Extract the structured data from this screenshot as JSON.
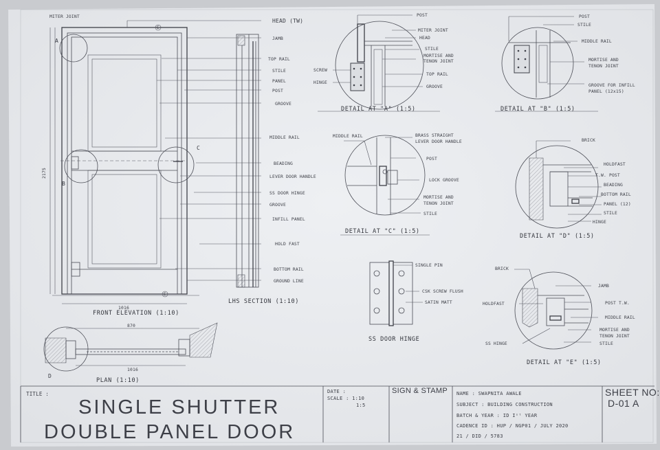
{
  "colors": {
    "paper": "#e9eaee",
    "line": "#4a4c55",
    "background": "#c9cbcf"
  },
  "front": {
    "miter_joint": "MITER JOINT",
    "head": "HEAD (TW)",
    "jamb": "JAMB",
    "top_rail": "TOP RAIL",
    "stile": "STILE",
    "panel": "PANEL",
    "post": "POST",
    "groove": "GROOVE",
    "middle_rail": "MIDDLE RAIL",
    "beading": "BEADING",
    "lever": "LEVER DOOR HANDLE",
    "hinge": "SS DOOR HINGE",
    "groove2": "GROOVE",
    "infill": "INFILL PANEL",
    "holdfast": "HOLD FAST",
    "bottom_rail": "BOTTOM RAIL",
    "ground": "GROUND LINE",
    "title": "FRONT ELEVATION (1:10)",
    "lhs": "LHS SECTION (1:10)",
    "tag_a": "A",
    "tag_b": "B",
    "tag_c": "C",
    "tag_d": "D",
    "tag_e": "E",
    "tag_e2": "E",
    "dim_h": "2175",
    "dim_w": "1016",
    "dim_w2": "1016"
  },
  "plan": {
    "title": "PLAN (1:10)",
    "d": "D",
    "dim1": "870",
    "dim2": "1016"
  },
  "detail_a": {
    "post": "POST",
    "miter": "MITER JOINT",
    "head": "HEAD",
    "stile": "STILE",
    "mortise": "MORTISE AND",
    "tenon": "TENON JOINT",
    "top_rail": "TOP RAIL",
    "groove": "GROOVE",
    "screw": "SCREW",
    "hinge": "HINGE",
    "title": "DETAIL AT \"A\" (1:5)"
  },
  "detail_b": {
    "post": "POST",
    "stile": "STILE",
    "middle_rail": "MIDDLE RAIL",
    "mortise": "MORTISE AND",
    "tenon": "TENON JOINT",
    "groove": "GROOVE FOR INFILL",
    "groove2": "PANEL (12x15)",
    "title": "DETAIL AT \"B\" (1:5)"
  },
  "detail_c": {
    "middle_rail": "MIDDLE RAIL",
    "brass": "BRASS STRAIGHT",
    "lever": "LEVER DOOR HANDLE",
    "post": "POST",
    "lock": "LOCK GROOVE",
    "mortise": "MORTISE AND",
    "tenon": "TENON JOINT",
    "stile": "STILE",
    "title": "DETAIL AT \"C\" (1:5)"
  },
  "detail_d": {
    "brick": "BRICK",
    "holdfast": "HOLDFAST",
    "tw_post": "T.W. POST",
    "beading": "BEADING",
    "bottom_rail": "BOTTOM RAIL",
    "panel": "PANEL (12)",
    "stile": "STILE",
    "hinge": "HINGE",
    "title": "DETAIL AT \"D\" (1:5)"
  },
  "hinge": {
    "pin": "SINGLE PIN",
    "csk": "CSK SCREW FLUSH",
    "satin": "SATIN MATT",
    "title": "SS DOOR HINGE"
  },
  "detail_e": {
    "brick": "BRICK",
    "jamb": "JAMB",
    "holdfast": "HOLDFAST",
    "post": "POST T.W.",
    "middle_rail": "MIDDLE RAIL",
    "mortise": "MORTISE AND",
    "tenon": "TENON JOINT",
    "stile": "STILE",
    "hinge": "SS HINGE",
    "title": "DETAIL AT \"E\" (1:5)"
  },
  "title_block": {
    "title_label": "TITLE :",
    "title1": "SINGLE SHUTTER",
    "title2": "DOUBLE PANEL DOOR",
    "date": "DATE :",
    "scale": "SCALE : 1:10",
    "scale2": "1:5",
    "sign": "SIGN & STAMP",
    "name": "NAME : SWAPNITA AWALE",
    "subject": "SUBJECT : BUILDING CONSTRUCTION",
    "batch": "BATCH & YEAR : ID Iˢᵗ YEAR",
    "cadence": "CADENCE ID : HUP / NGP01 / JULY 2020",
    "roll": "21 / DID / 5783",
    "sheet_label": "SHEET NO:",
    "sheet_no": "D-01 A"
  }
}
